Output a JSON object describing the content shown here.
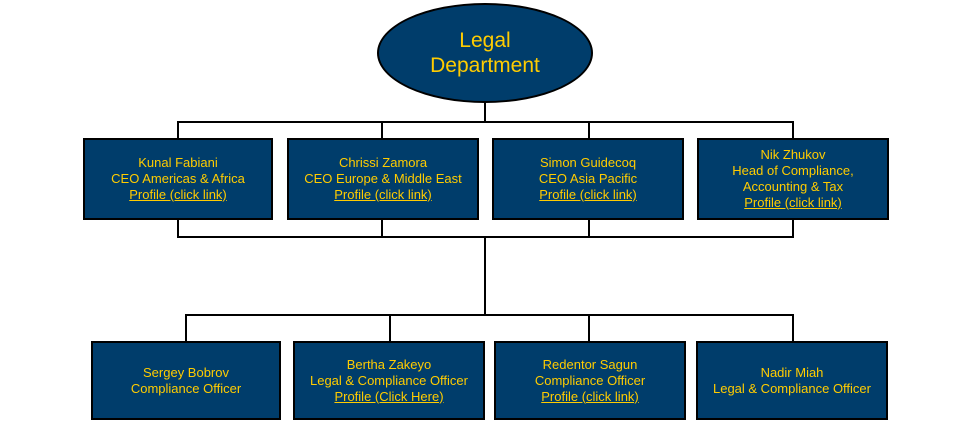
{
  "colors": {
    "node_fill": "#003d6b",
    "node_text": "#ffcc00",
    "connector": "#000000",
    "background": "#ffffff"
  },
  "root": {
    "title": "Legal Department"
  },
  "executives": [
    {
      "name": "Kunal Fabiani",
      "role": "CEO Americas & Africa",
      "link": "Profile (click link)"
    },
    {
      "name": "Chrissi Zamora",
      "role": "CEO Europe & Middle East",
      "link": "Profile (click link)"
    },
    {
      "name": "Simon Guidecoq",
      "role": "CEO Asia Pacific",
      "link": "Profile (click link)"
    },
    {
      "name": "Nik Zhukov",
      "role": "Head of Compliance,\nAccounting & Tax",
      "link": "Profile (click link)"
    }
  ],
  "officers": [
    {
      "name": "Sergey Bobrov",
      "role": "Compliance Officer"
    },
    {
      "name": "Bertha Zakeyo",
      "role": "Legal & Compliance Officer",
      "link": "Profile (Click Here)"
    },
    {
      "name": "Redentor Sagun",
      "role": "Compliance Officer",
      "link": "Profile (click link)"
    },
    {
      "name": "Nadir Miah",
      "role": "Legal & Compliance Officer"
    }
  ]
}
